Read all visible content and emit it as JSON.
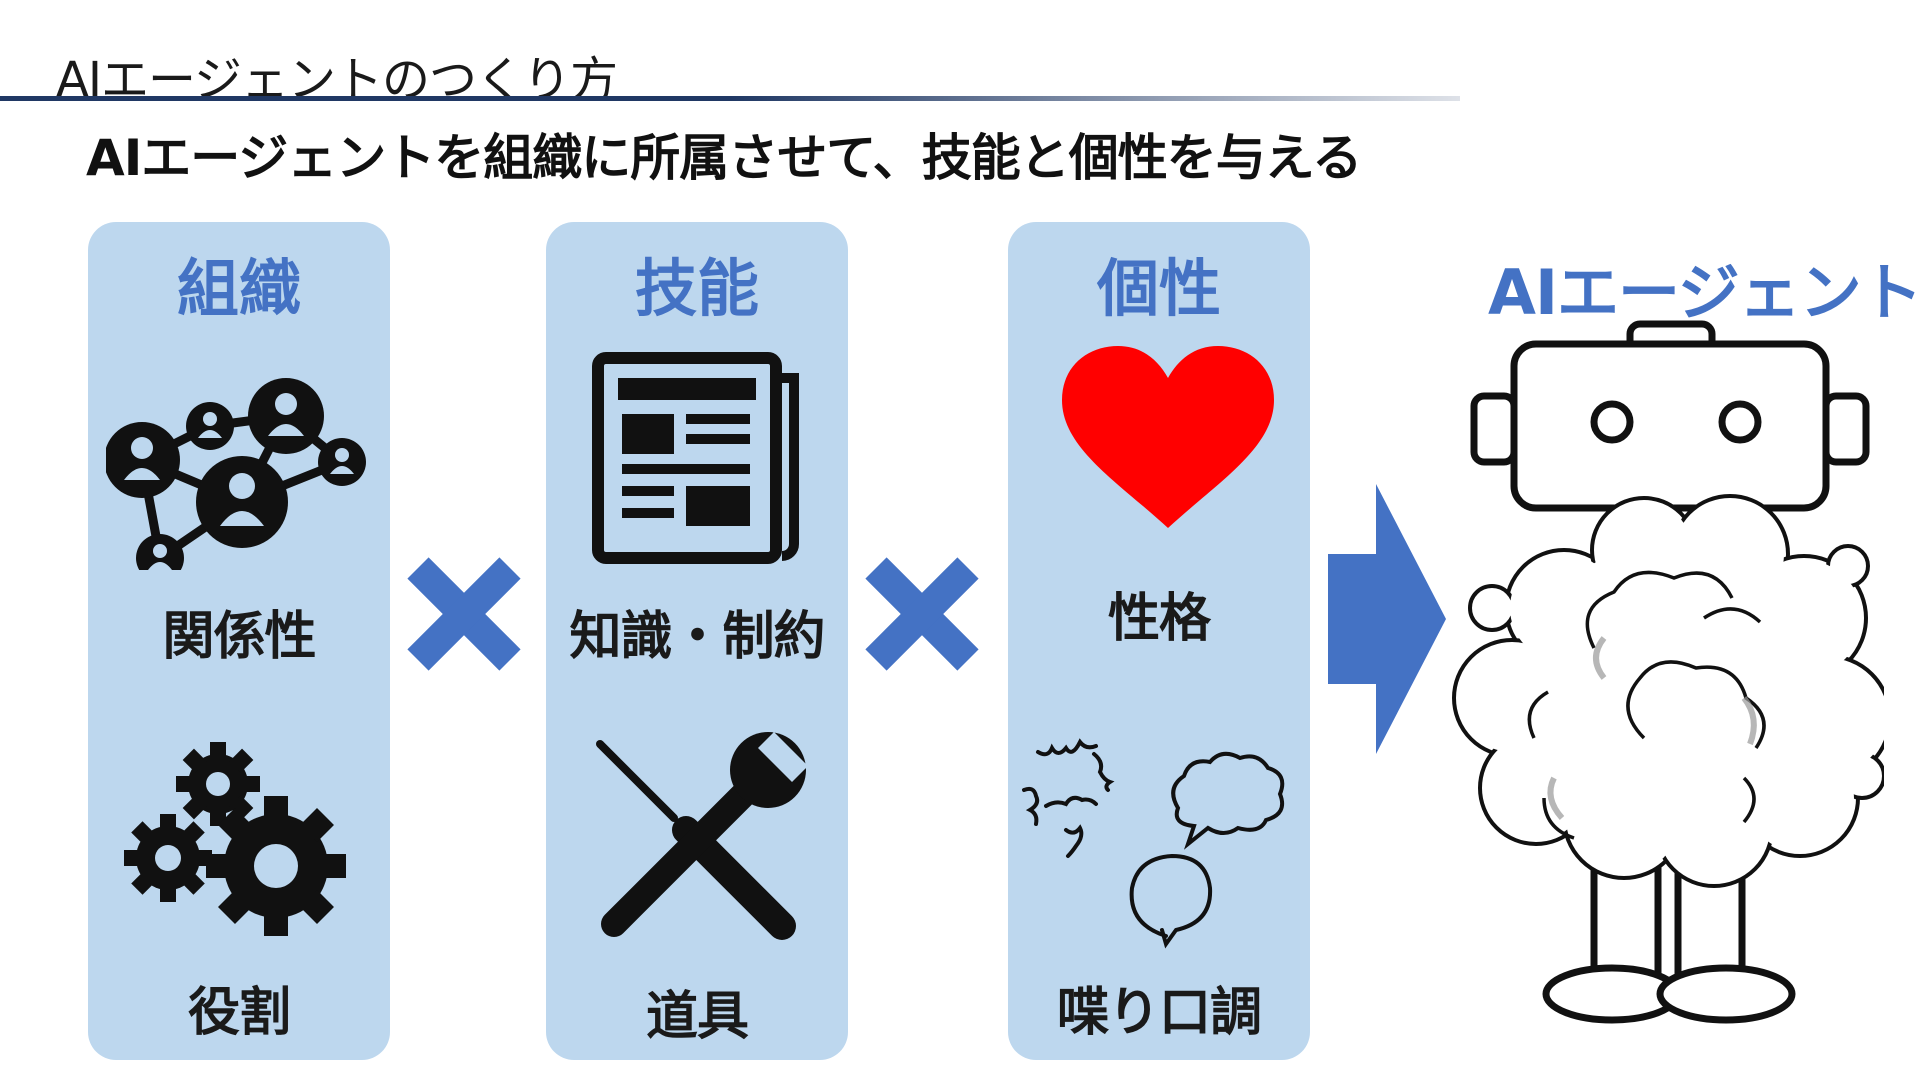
{
  "slide": {
    "section_title": "AIエージェントのつくり方",
    "headline": "AIエージェントを組織に所属させて、技能と個性を与える"
  },
  "panels": [
    {
      "title": "組織",
      "items": [
        {
          "label": "関係性",
          "icon": "network-icon"
        },
        {
          "label": "役割",
          "icon": "gears-icon"
        }
      ]
    },
    {
      "title": "技能",
      "items": [
        {
          "label": "知識・制約",
          "icon": "newspaper-icon"
        },
        {
          "label": "道具",
          "icon": "tools-icon"
        }
      ]
    },
    {
      "title": "個性",
      "items": [
        {
          "label": "性格",
          "icon": "heart-icon"
        },
        {
          "label": "喋り口調",
          "icon": "speech-bubbles-icon"
        }
      ]
    }
  ],
  "operators": [
    "×",
    "×"
  ],
  "result": {
    "title": "AIエージェント",
    "icon": "robot-icon"
  },
  "colors": {
    "accent_blue": "#4472c4",
    "panel_bg": "#bdd7ee",
    "rule": "#203864",
    "heart": "#ff0000",
    "text": "#111111"
  }
}
